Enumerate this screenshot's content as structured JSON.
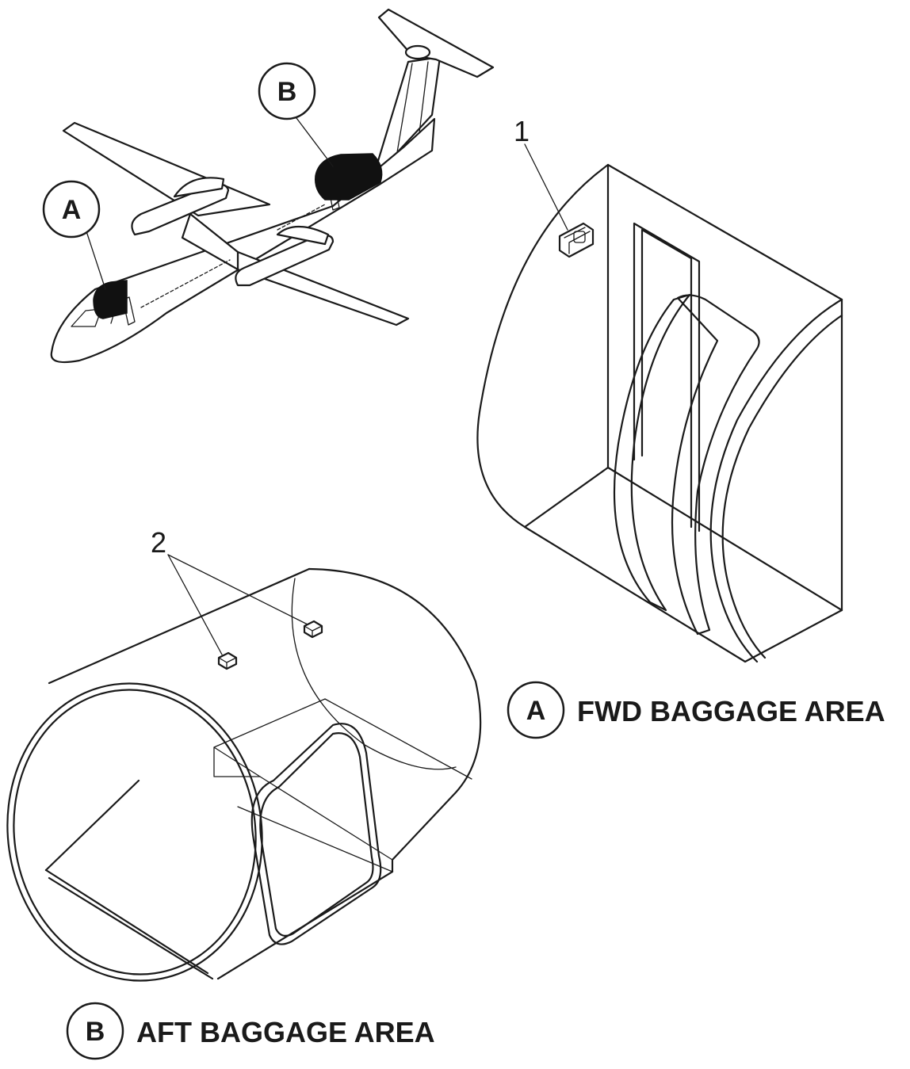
{
  "diagram": {
    "aircraft_callouts": {
      "a_letter": "A",
      "b_letter": "B"
    },
    "item_callouts": {
      "item_1": "1",
      "item_2": "2"
    },
    "view_a": {
      "letter": "A",
      "caption": "FWD BAGGAGE AREA"
    },
    "view_b": {
      "letter": "B",
      "caption": "AFT BAGGAGE AREA"
    },
    "colors": {
      "line": "#1a1a1a",
      "highlight": "#111111",
      "background": "#ffffff"
    }
  }
}
